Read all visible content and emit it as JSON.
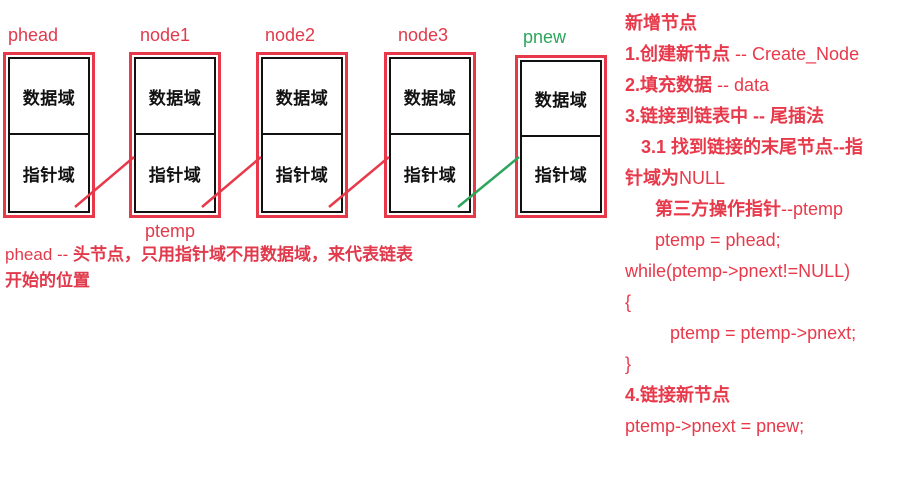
{
  "diagram": {
    "nodes": [
      {
        "label": "phead",
        "label_color": "red",
        "data_field": "数据域",
        "pointer_field": "指针域"
      },
      {
        "label": "node1",
        "label_color": "red",
        "data_field": "数据域",
        "pointer_field": "指针域",
        "under_label": "ptemp"
      },
      {
        "label": "node2",
        "label_color": "red",
        "data_field": "数据域",
        "pointer_field": "指针域"
      },
      {
        "label": "node3",
        "label_color": "red",
        "data_field": "数据域",
        "pointer_field": "指针域"
      },
      {
        "label": "pnew",
        "label_color": "green",
        "data_field": "数据域",
        "pointer_field": "指针域"
      }
    ],
    "caption_line1_plain": "phead -- ",
    "caption_line1_bold": "头节点，只用指针域不用数据域，来代表链表",
    "caption_line2_bold": "开始的位置"
  },
  "panel": {
    "lines": [
      {
        "cn": "新增节点",
        "latin": ""
      },
      {
        "cn": "1.创建新节点",
        "latin": " -- Create_Node"
      },
      {
        "cn": "2.填充数据",
        "latin": " -- data"
      },
      {
        "cn": "3.链接到链表中  -- 尾插法",
        "latin": ""
      },
      {
        "cn": "3.1 找到链接的末尾节点--指",
        "latin": ""
      },
      {
        "cn": "针域为",
        "latin": "NULL"
      },
      {
        "cn": "第三方操作指针",
        "latin": "--ptemp"
      },
      {
        "cn": "",
        "latin": "ptemp = phead;"
      },
      {
        "cn": "",
        "latin": "while(ptemp->pnext!=NULL)"
      },
      {
        "cn": "",
        "latin": "{"
      },
      {
        "cn": "",
        "latin": "ptemp = ptemp->pnext;"
      },
      {
        "cn": "",
        "latin": "}"
      },
      {
        "cn": "4.链接新节点",
        "latin": ""
      },
      {
        "cn": "",
        "latin": "ptemp->pnext = pnew;"
      }
    ]
  },
  "colors": {
    "red": "#e8394b",
    "red_text": "#e03a4c",
    "green": "#2ea55c",
    "black": "#111111",
    "background": "#ffffff"
  }
}
